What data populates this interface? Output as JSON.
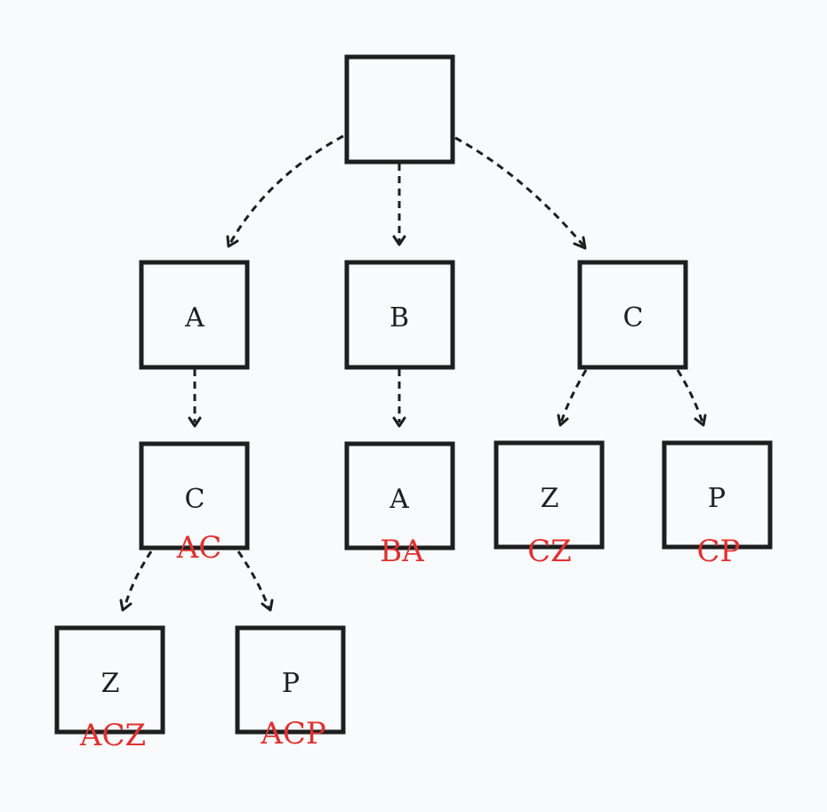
{
  "colors": {
    "background": "#f8fafc",
    "stroke": "#1e1e1e",
    "path_label": "#e03131"
  },
  "nodes": [
    {
      "id": "root",
      "label": "",
      "path": ""
    },
    {
      "id": "a",
      "label": "A",
      "path": ""
    },
    {
      "id": "b",
      "label": "B",
      "path": ""
    },
    {
      "id": "c",
      "label": "C",
      "path": ""
    },
    {
      "id": "ac",
      "label": "C",
      "path": "AC"
    },
    {
      "id": "ba",
      "label": "A",
      "path": "BA"
    },
    {
      "id": "cz",
      "label": "Z",
      "path": "CZ"
    },
    {
      "id": "cp",
      "label": "P",
      "path": "CP"
    },
    {
      "id": "acz",
      "label": "Z",
      "path": "ACZ"
    },
    {
      "id": "acp",
      "label": "P",
      "path": "ACP"
    }
  ],
  "edges": [
    {
      "from": "root",
      "to": "a"
    },
    {
      "from": "root",
      "to": "b"
    },
    {
      "from": "root",
      "to": "c"
    },
    {
      "from": "a",
      "to": "ac"
    },
    {
      "from": "b",
      "to": "ba"
    },
    {
      "from": "c",
      "to": "cz"
    },
    {
      "from": "c",
      "to": "cp"
    },
    {
      "from": "ac",
      "to": "acz"
    },
    {
      "from": "ac",
      "to": "acp"
    }
  ]
}
